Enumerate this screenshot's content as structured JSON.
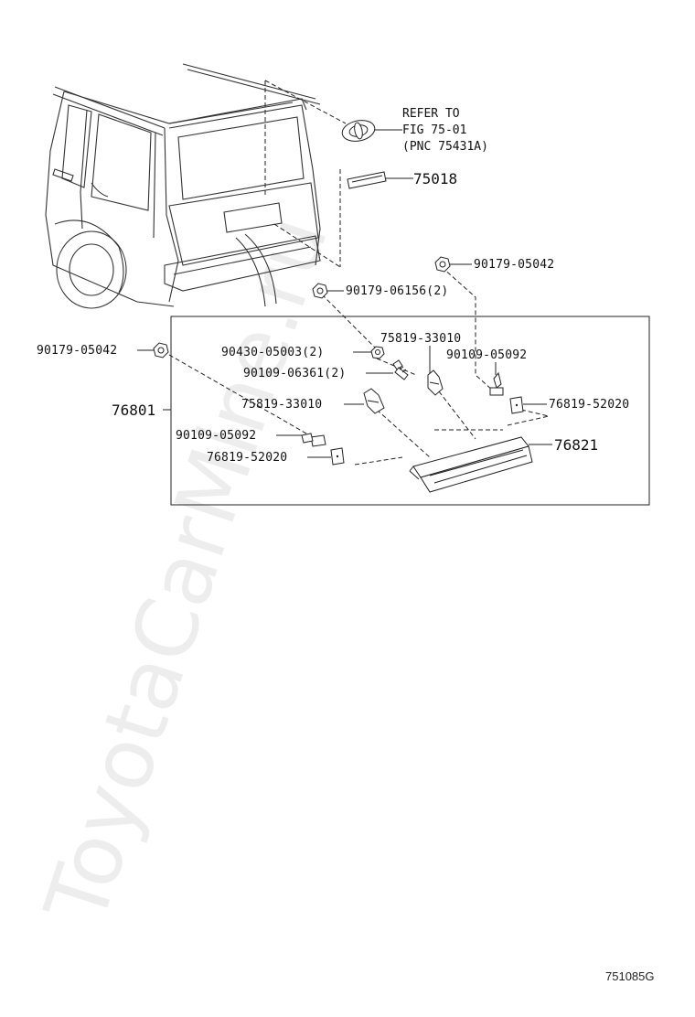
{
  "diagram": {
    "reference_note": {
      "line1": "REFER TO",
      "line2": "FIG 75-01",
      "line3": "(PNC 75431A)"
    },
    "part_labels": {
      "emblem_strip": "75018",
      "bolt_top_right": "90179-05042",
      "bolt_center": "90179-06156(2)",
      "bolt_left": "90179-05042",
      "nut_inner": "90430-05003(2)",
      "clip_upper": "75819-33010",
      "screw_right": "90109-05092",
      "screw_mid": "90109-06361(2)",
      "clip_lower": "75819-33010",
      "screw_left": "90109-05092",
      "retainer_right": "76819-52020",
      "retainer_left": "76819-52020",
      "spoiler_assembly": "76801",
      "stop_lamp": "76821"
    },
    "watermark": "ToyotaCarMine.ru",
    "figure_code": "751085G"
  }
}
